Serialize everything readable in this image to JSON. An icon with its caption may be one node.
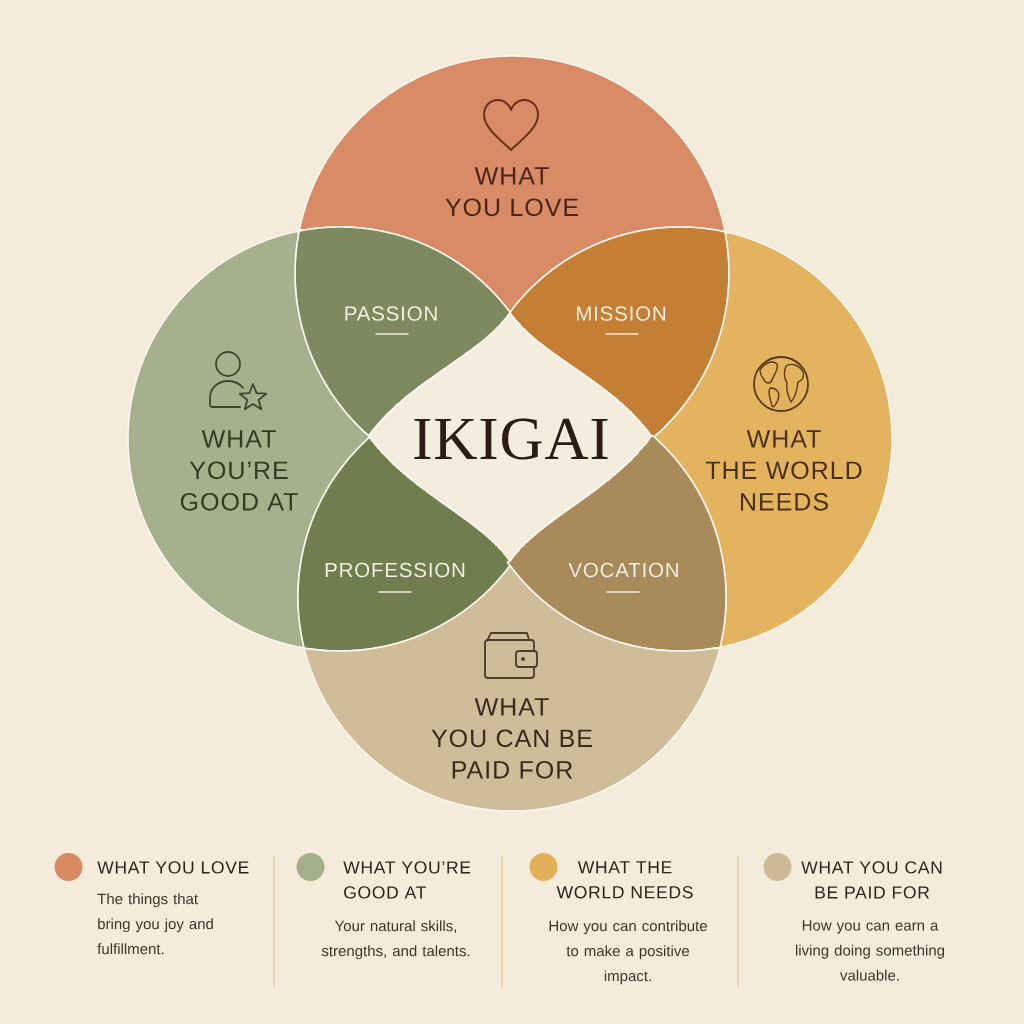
{
  "diagram": {
    "nodes": [
      {
        "text": [
          "WHAT YOU LOVE"
        ]
      },
      {
        "text": [
          "PASSION"
        ]
      },
      {
        "text": [
          "MISSION"
        ]
      },
      {
        "text": [
          "WHAT YOU’RE GOOD AT"
        ]
      },
      {
        "text": [
          "IKIGAI"
        ]
      },
      {
        "text": [
          "WHAT THE WORLD NEEDS"
        ]
      },
      {
        "text": [
          "PROFESSION"
        ]
      },
      {
        "text": [
          "VOCATION"
        ]
      },
      {
        "text": [
          "WHAT YOU CAN BE PAID FOR"
        ]
      }
    ],
    "labels": [
      "The things that bring you joy and fulfillment.",
      "Your natural skills, strengths, and talents.",
      "How you can contribute to make a positive impact.",
      "How you can earn a living doing something valuable."
    ],
    "legend": [
      {
        "text": "WHAT YOU LOVE",
        "color": "#d98a62"
      },
      {
        "text": "WHAT YOU’RE GOOD AT",
        "color": "#a5b08b"
      },
      {
        "text": "WHAT THE WORLD NEEDS",
        "color": "#e3b05a"
      },
      {
        "text": "WHAT YOU CAN BE PAID FOR",
        "color": "#cdbb97"
      }
    ]
  }
}
